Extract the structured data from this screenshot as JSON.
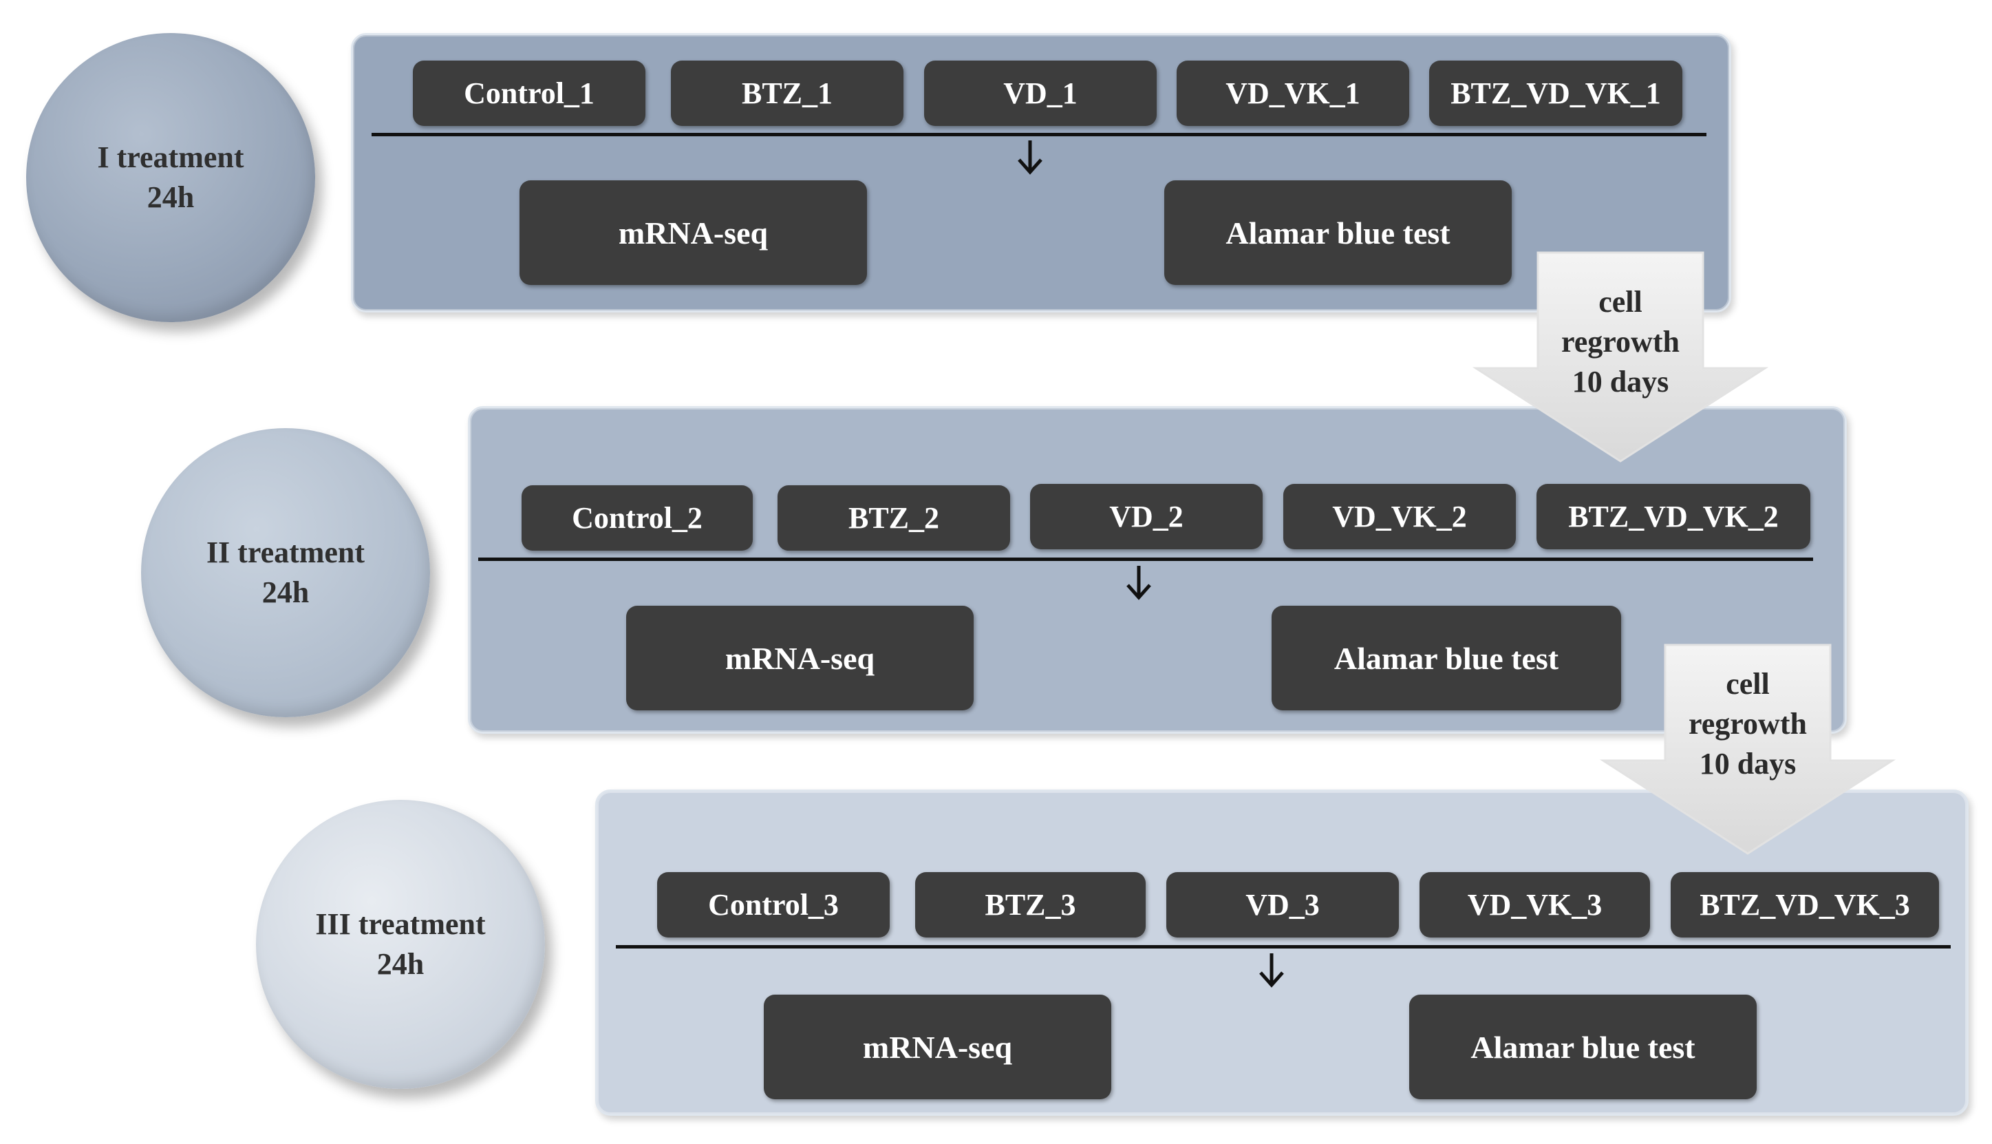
{
  "stages": [
    {
      "title_line1": "I treatment",
      "title_line2": "24h",
      "groups": [
        "Control_1",
        "BTZ_1",
        "VD_1",
        "VD_VK_1",
        "BTZ_VD_VK_1"
      ],
      "assays": [
        "mRNA-seq",
        "Alamar blue test"
      ]
    },
    {
      "title_line1": "II treatment",
      "title_line2": "24h",
      "groups": [
        "Control_2",
        "BTZ_2",
        "VD_2",
        "VD_VK_2",
        "BTZ_VD_VK_2"
      ],
      "assays": [
        "mRNA-seq",
        "Alamar blue test"
      ]
    },
    {
      "title_line1": "III treatment",
      "title_line2": "24h",
      "groups": [
        "Control_3",
        "BTZ_3",
        "VD_3",
        "VD_VK_3",
        "BTZ_VD_VK_3"
      ],
      "assays": [
        "mRNA-seq",
        "Alamar blue test"
      ]
    }
  ],
  "transitions": [
    {
      "line1": "cell",
      "line2": "regrowth",
      "line3": "10 days"
    },
    {
      "line1": "cell",
      "line2": "regrowth",
      "line3": "10 days"
    }
  ]
}
